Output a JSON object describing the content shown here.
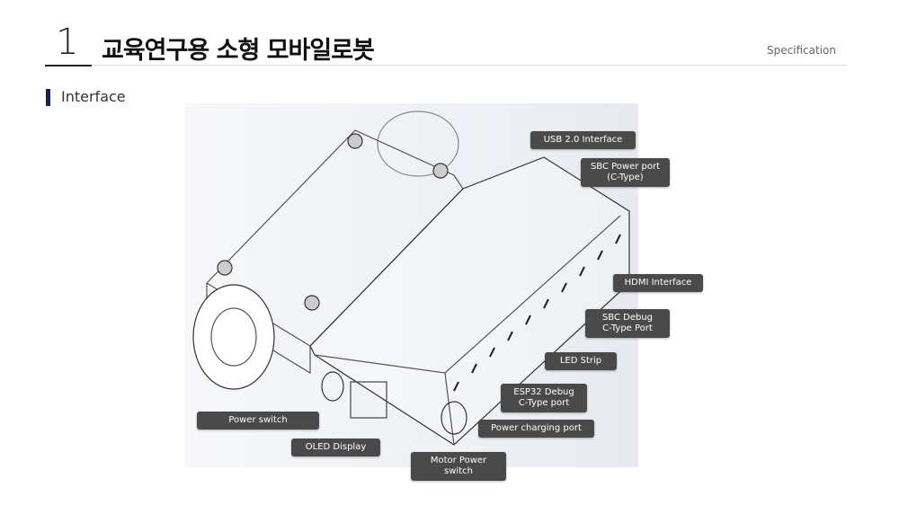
{
  "header": {
    "number": "1",
    "title": "교육연구용 소형 모바일로봇",
    "section_tag": "Specification"
  },
  "section": {
    "title": "Interface"
  },
  "labels": {
    "usb": "USB 2.0 Interface",
    "sbc_power": "SBC Power port\n(C-Type)",
    "hdmi": "HDMI Interface",
    "sbc_debug": "SBC Debug\nC-Type Port",
    "led": "LED Strip",
    "esp32": "ESP32 Debug\nC-Type port",
    "charging": "Power charging port",
    "power_switch": "Power switch",
    "oled": "OLED Display",
    "motor_power": "Motor Power\nswitch"
  }
}
